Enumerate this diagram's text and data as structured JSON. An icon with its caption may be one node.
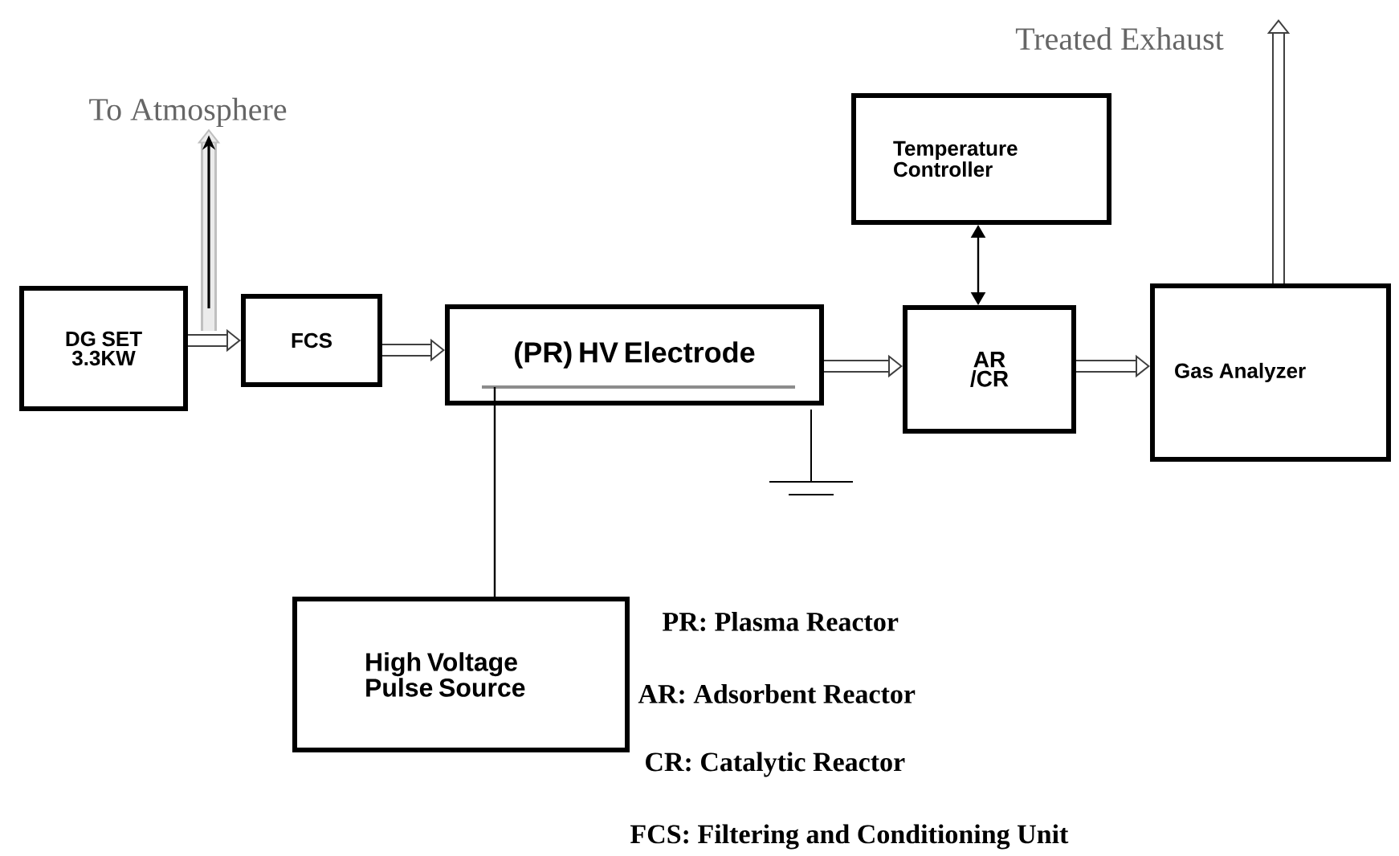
{
  "diagram": {
    "nodes": [
      {
        "text": [
          "DG SET 3.3KW"
        ]
      },
      {
        "text": [
          "FCS"
        ]
      },
      {
        "text": [
          "(PR) HV Electrode"
        ]
      },
      {
        "text": [],
        "shape": "bar",
        "in": 2
      },
      {
        "text": [
          "Temperature Controller"
        ]
      },
      {
        "text": [
          "AR /CR"
        ]
      },
      {
        "text": [
          "Gas Analyzer"
        ]
      },
      {
        "text": [
          "High Voltage Pulse Source"
        ]
      },
      {
        "text": [
          "To Atmosphere"
        ]
      }
    ],
    "edges": [
      {
        "from": 0,
        "to": 1,
        "arrow": "to"
      },
      {
        "from": 1,
        "to": 2,
        "arrow": "to"
      },
      {
        "from": 2,
        "to": 5,
        "arrow": "to"
      },
      {
        "from": 4,
        "to": 5,
        "arrow": "both"
      },
      {
        "from": 5,
        "to": 6,
        "arrow": "to"
      },
      {
        "from": 7,
        "to": 3,
        "arrow": "none"
      },
      {
        "from": null,
        "to": 8,
        "arrow": "to",
        "color": "#bfbfbf"
      },
      {
        "from": 6,
        "to": null,
        "arrow": "to"
      }
    ],
    "labels": [
      "Treated Exhaust",
      "PR: Plasma Reactor",
      "AR: Adsorbent Reactor",
      "CR: Catalytic Reactor",
      "FCS: Filtering and Conditioning Unit"
    ]
  }
}
